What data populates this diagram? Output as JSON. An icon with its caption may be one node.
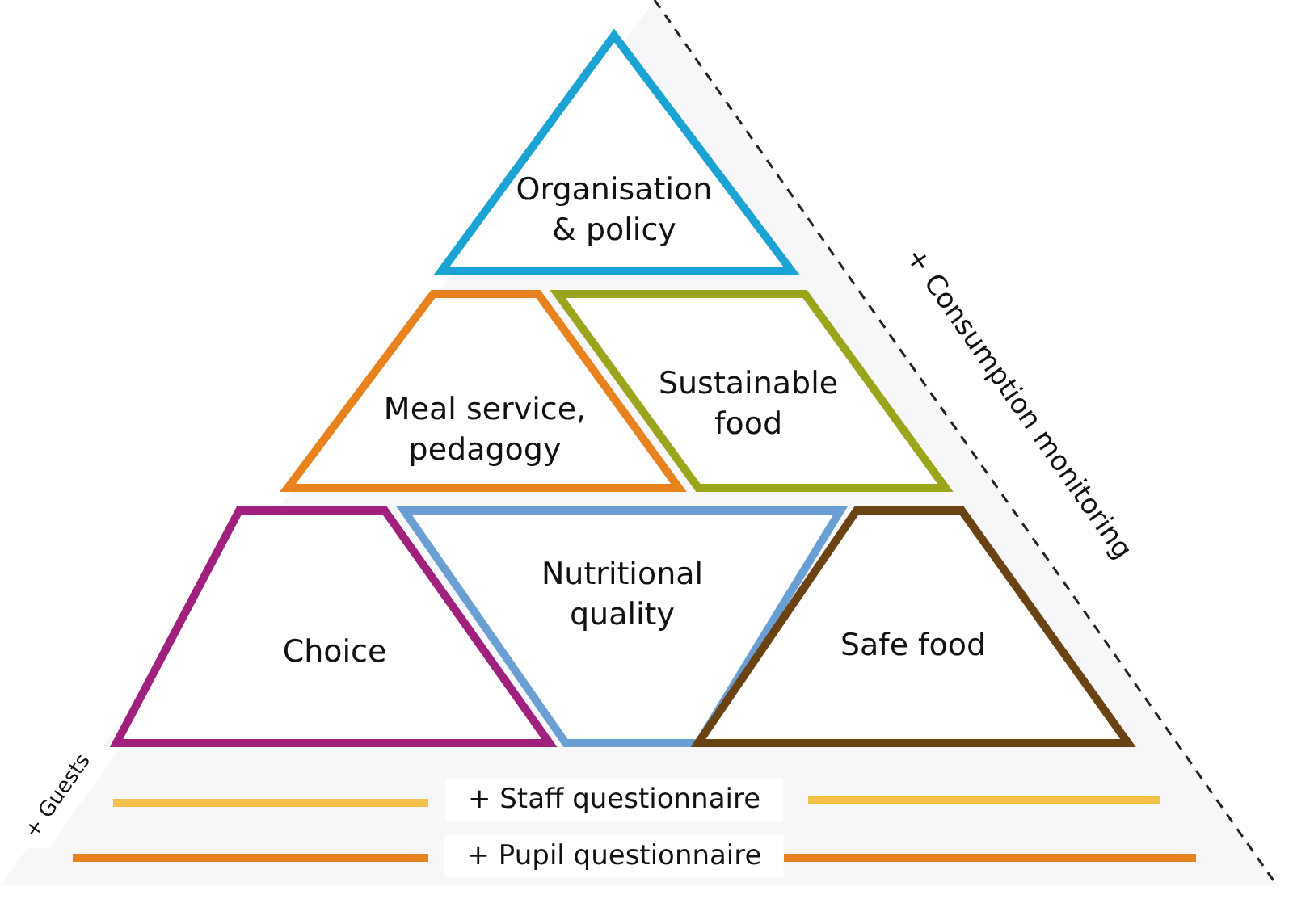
{
  "diagram": {
    "nodes": [
      {
        "text": [
          "Organisation & policy"
        ]
      },
      {
        "text": [
          "Meal service, pedagogy"
        ]
      },
      {
        "text": [
          "Sustainable food"
        ]
      },
      {
        "text": [
          "Choice"
        ]
      },
      {
        "text": [
          "Nutritional quality"
        ]
      },
      {
        "text": [
          "Safe food"
        ]
      }
    ],
    "labels": [
      "+ Consumption monitoring",
      "+ Guests",
      "+ Staff questionnaire",
      "+ Pupil questionnaire"
    ]
  }
}
